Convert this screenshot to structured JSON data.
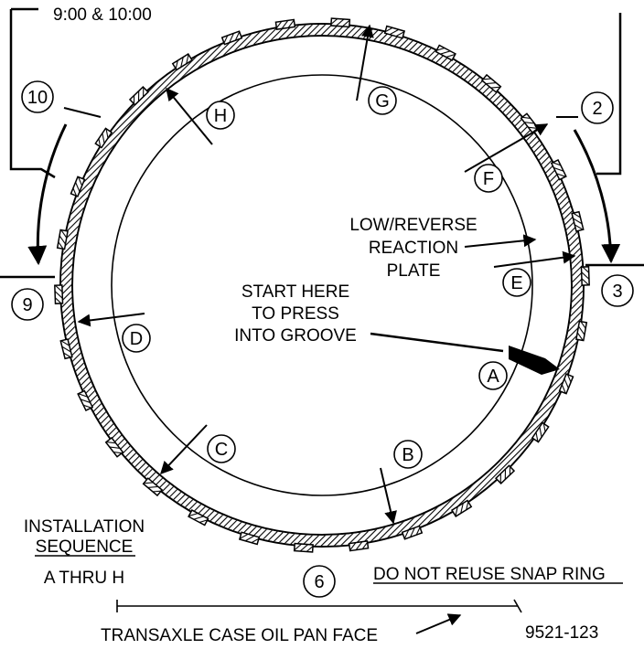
{
  "time_label": "9:00 & 10:00",
  "reaction_plate_label": [
    "LOW/REVERSE",
    "REACTION",
    "PLATE"
  ],
  "start_label": [
    "START HERE",
    "TO PRESS",
    "INTO GROOVE"
  ],
  "installation_label": [
    "INSTALLATION",
    "SEQUENCE",
    "A THRU H"
  ],
  "warning_label": "DO NOT REUSE SNAP RING",
  "oil_pan_label": "TRANSAXLE CASE OIL PAN FACE",
  "figure_id": "9521-123",
  "sequence_letters": [
    "A",
    "B",
    "C",
    "D",
    "E",
    "F",
    "G",
    "H"
  ],
  "clock_numbers": [
    "10",
    "2",
    "9",
    "3",
    "6"
  ]
}
